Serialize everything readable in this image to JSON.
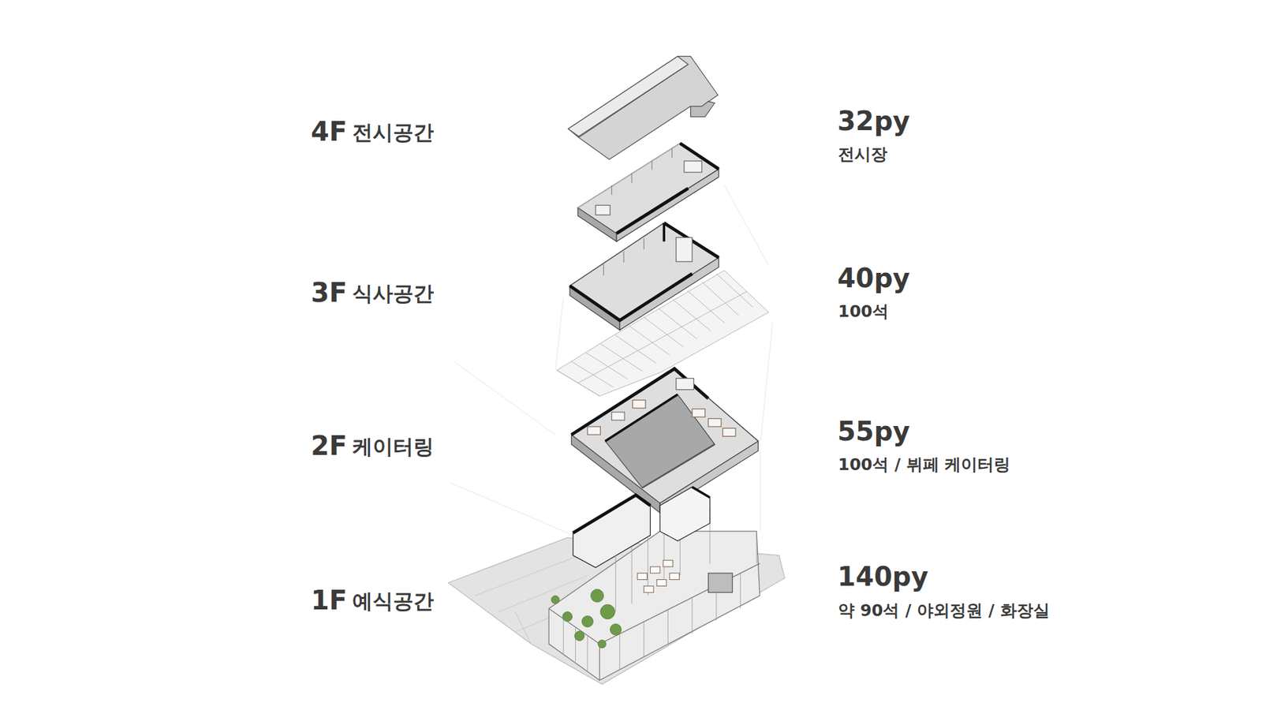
{
  "diagram": {
    "labels": [
      "4F",
      "전시공간",
      "32py",
      "전시장",
      "3F",
      "식사공간",
      "40py",
      "100석",
      "2F",
      "케이터링",
      "55py",
      "100석 / 뷔페 케이터링",
      "1F",
      "예식공간",
      "140py",
      "약 90석 / 야외정원 / 화장실"
    ]
  }
}
